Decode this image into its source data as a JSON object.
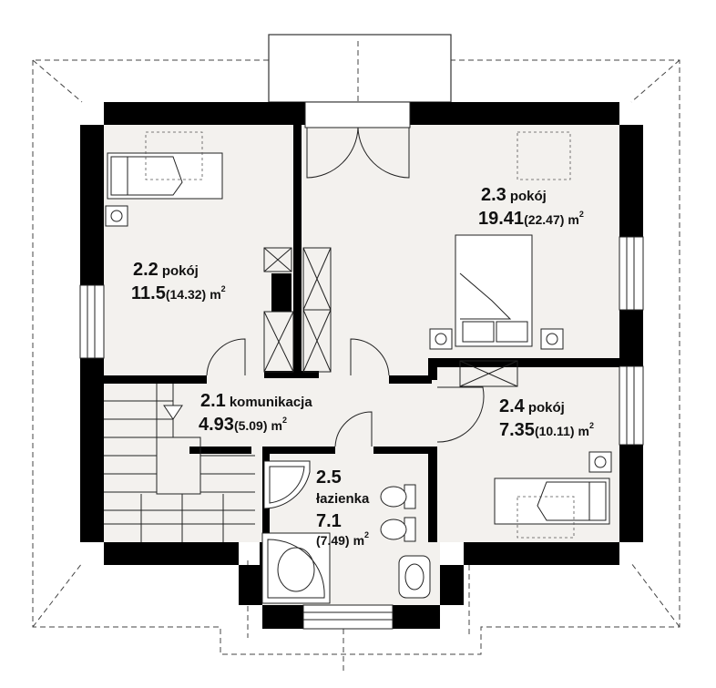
{
  "rooms": [
    {
      "id": "2.1",
      "number": "2.1",
      "name": "komunikacja",
      "area": "4.93",
      "gross": "(5.09)",
      "unit": "m",
      "sup": "2"
    },
    {
      "id": "2.2",
      "number": "2.2",
      "name": "pokój",
      "area": "11.5",
      "gross": "(14.32)",
      "unit": "m",
      "sup": "2"
    },
    {
      "id": "2.3",
      "number": "2.3",
      "name": "pokój",
      "area": "19.41",
      "gross": "(22.47)",
      "unit": "m",
      "sup": "2"
    },
    {
      "id": "2.4",
      "number": "2.4",
      "name": "pokój",
      "area": "7.35",
      "gross": "(10.11)",
      "unit": "m",
      "sup": "2"
    },
    {
      "id": "2.5",
      "number": "2.5",
      "name": "łazienka",
      "area": "7.1",
      "gross": "(7.49)",
      "unit": "m",
      "sup": "2"
    }
  ],
  "colors": {
    "wall": "#000000",
    "floor": "#f3f1ee",
    "line": "#222222",
    "dash": "#444444"
  },
  "icons": [
    "bed-icon",
    "nightstand-icon",
    "wardrobe-icon",
    "stairs-icon",
    "bathtub-icon",
    "shower-icon",
    "toilet-icon",
    "bidet-icon",
    "sink-icon",
    "window-icon",
    "door-icon"
  ]
}
